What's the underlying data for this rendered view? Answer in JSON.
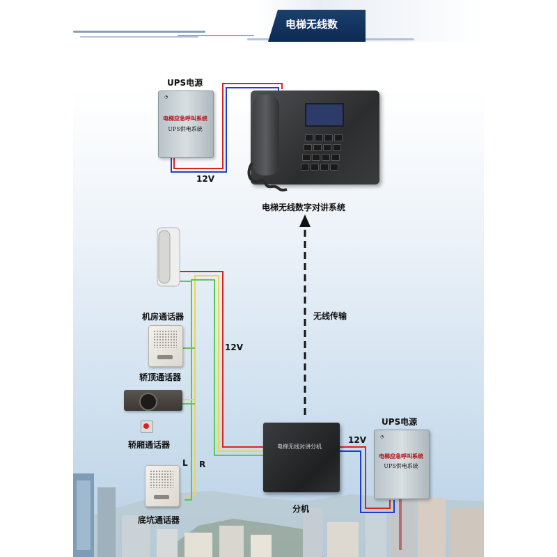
{
  "banner": {
    "title": "电梯无线数"
  },
  "top_ups": {
    "label": "UPS电源",
    "box_line1": "电梯应急呼叫系统",
    "box_line2": "UPS供电系统",
    "voltage": "12V"
  },
  "main_station": {
    "label": "电梯无线数字对讲系统"
  },
  "wireless": {
    "label": "无线传输"
  },
  "bus": {
    "voltage": "12V",
    "wire_left": "L",
    "wire_right": "R"
  },
  "devices": {
    "machine_room": "机房通话器",
    "car_top": "轿顶通话器",
    "car": "轿厢通话器",
    "pit": "底坑通话器"
  },
  "extension": {
    "label": "分机",
    "box_text": "电梯无线对讲分机"
  },
  "bottom_ups": {
    "label": "UPS电源",
    "box_line1": "电梯应急呼叫系统",
    "box_line2": "UPS供电系统",
    "voltage": "12V"
  },
  "colors": {
    "wire_red": "#e02020",
    "wire_blue": "#1a3fd0",
    "wire_green": "#5ac85a",
    "wire_yellow": "#e8d84a",
    "banner_dark": "#0c2a52"
  },
  "icons": [
    "ups-box-icon",
    "desk-phone-icon",
    "wall-handset-icon",
    "speaker-box-icon",
    "button-icon",
    "extension-unit-icon",
    "wireless-arrow-icon"
  ]
}
